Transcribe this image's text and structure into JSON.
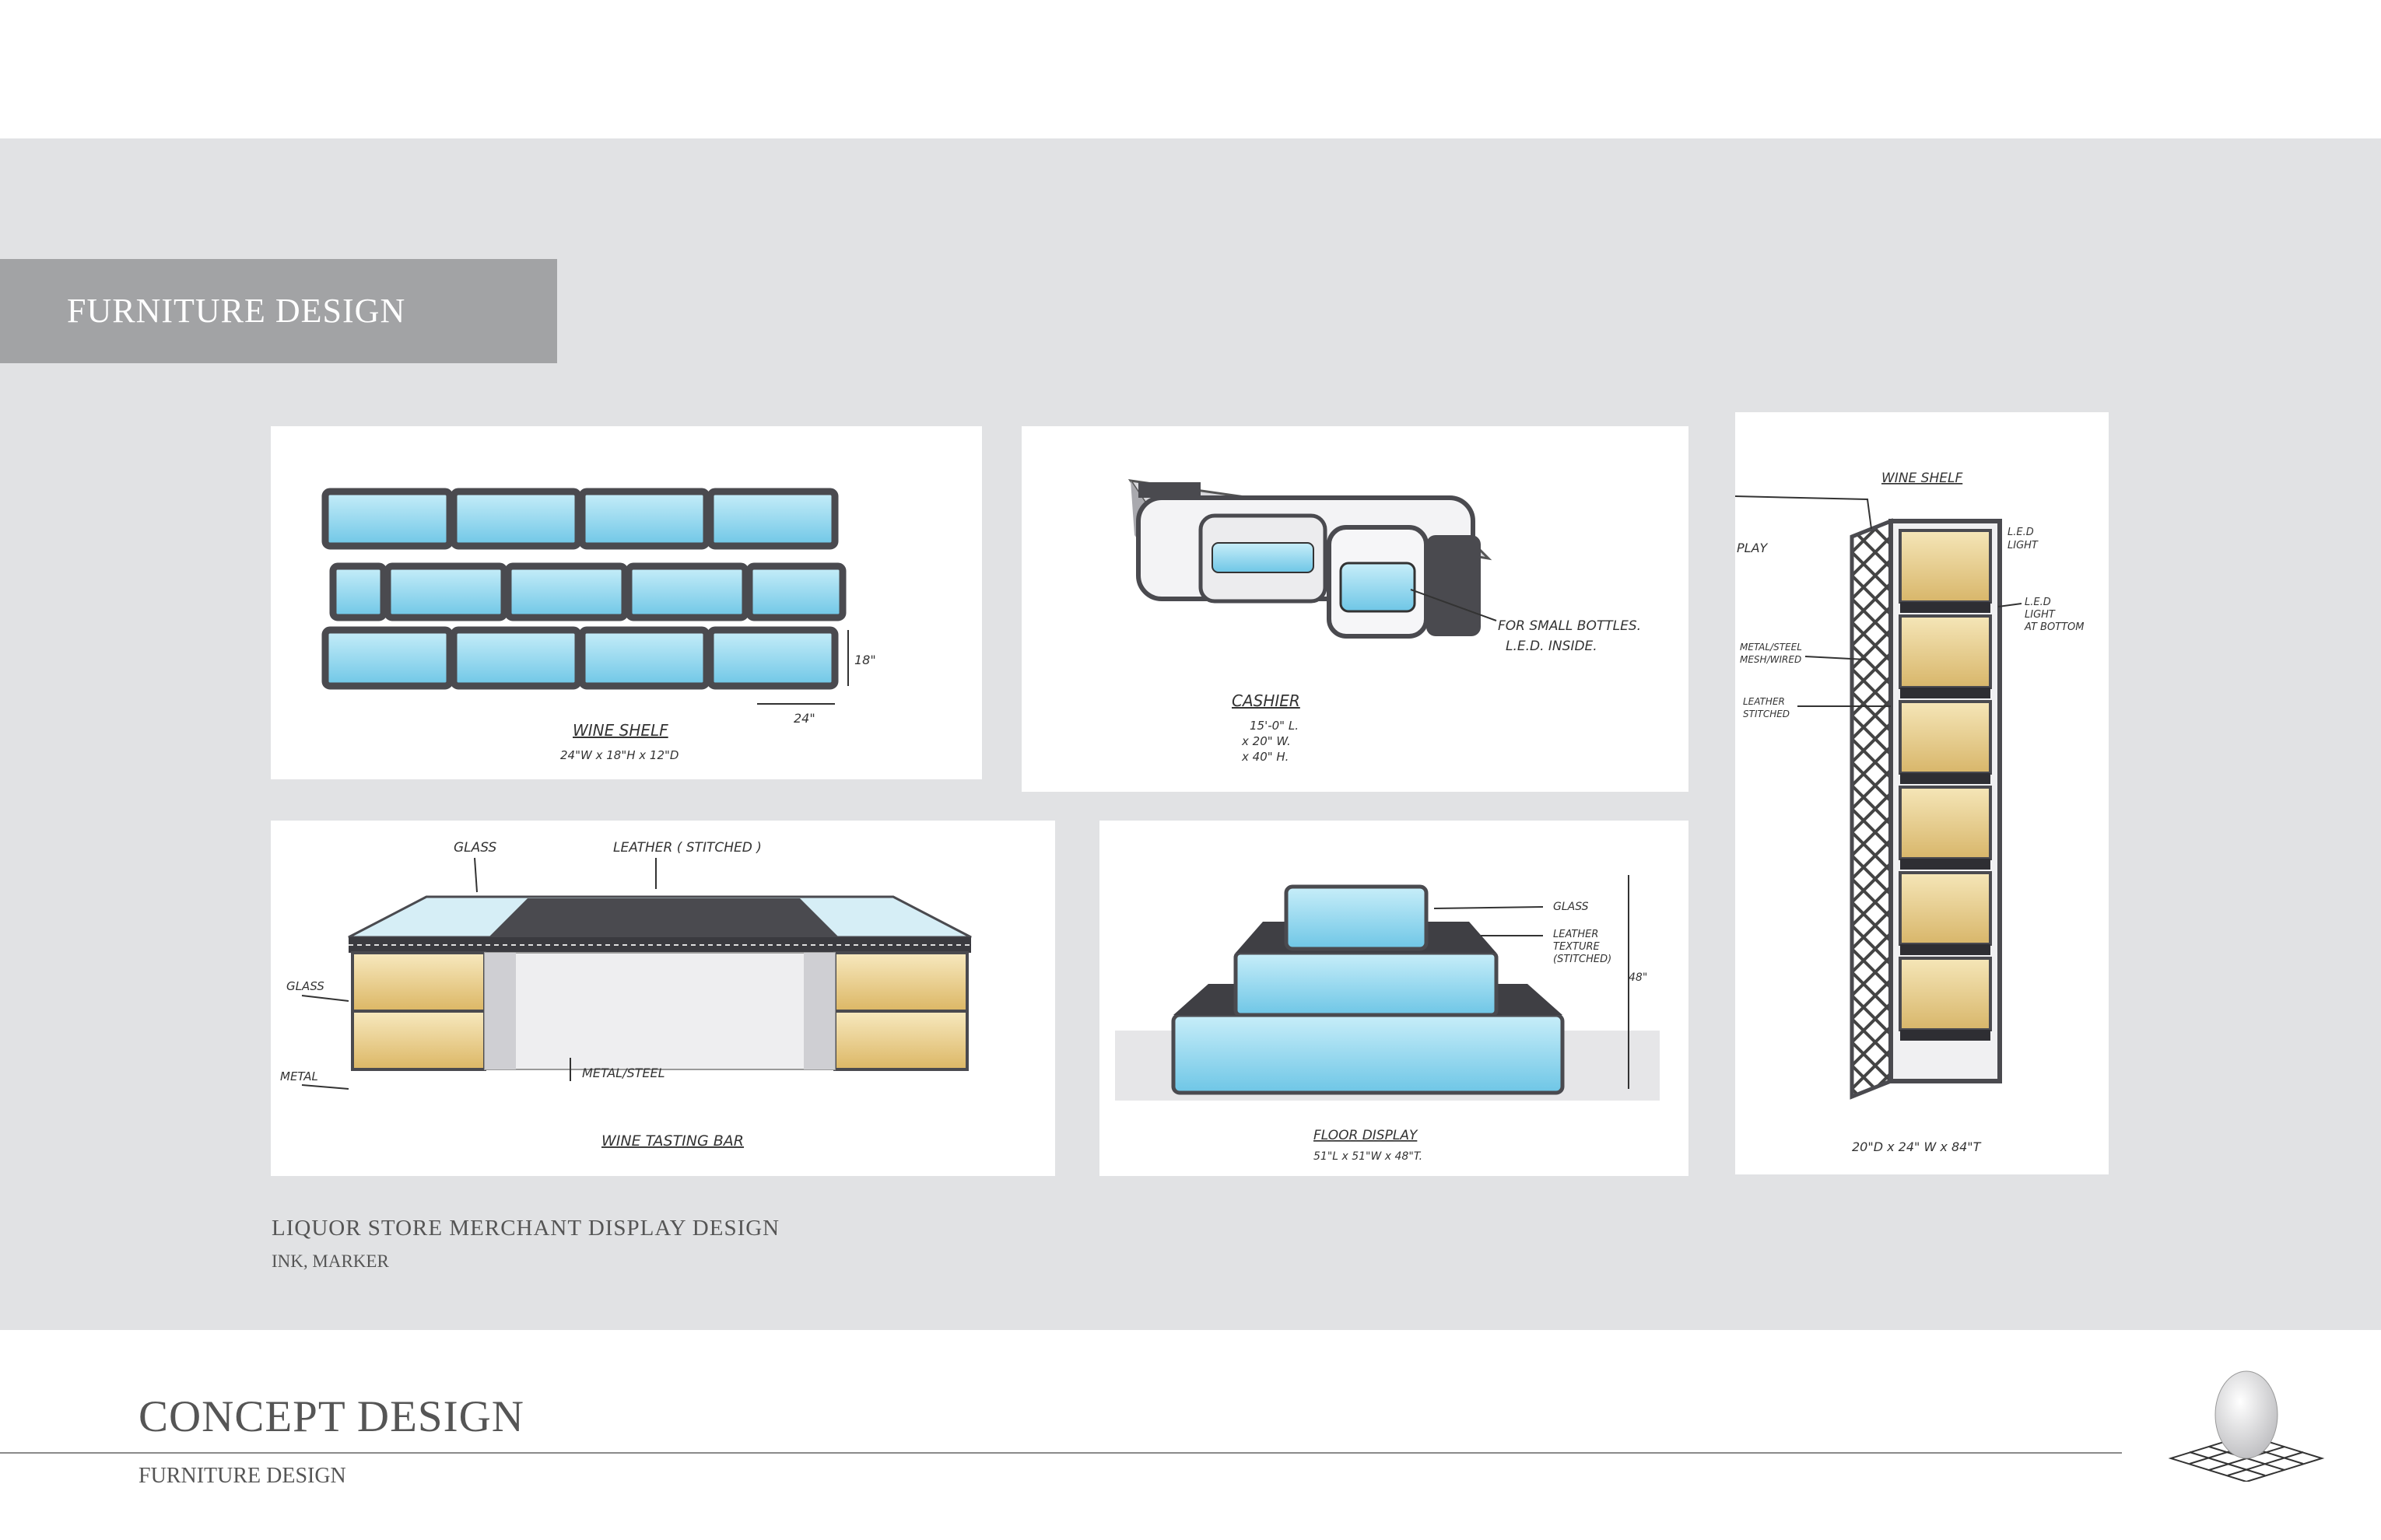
{
  "section_tag": "FURNITURE DESIGN",
  "caption": {
    "title": "LIQUOR STORE MERCHANT DISPLAY DESIGN",
    "medium": "INK, MARKER"
  },
  "footer": {
    "title": "CONCEPT DESIGN",
    "subtitle": "FURNITURE DESIGN"
  },
  "sketches": {
    "wine_shelf": {
      "label": "WINE SHELF",
      "dims": "24\"W x 18\"H x 12\"D",
      "height_note": "18\"",
      "width_note": "24\""
    },
    "cashier": {
      "label": "CASHIER",
      "dims_1": "15'-0\" L.",
      "dims_2": "x 20\" W.",
      "dims_3": "x 40\" H.",
      "note_1": "FOR SMALL BOTTLES.",
      "note_2": "L.E.D. INSIDE."
    },
    "tall_shelf": {
      "label": "WINE SHELF",
      "dims": "20\"D x 24\" W x 84\"T",
      "edge_text": "PLAY",
      "note_led_1": "L.E.D",
      "note_led_2": "LIGHT",
      "note_bottom_1": "L.E.D",
      "note_bottom_2": "LIGHT",
      "note_bottom_3": "AT BOTTOM",
      "note_mesh_1": "METAL/STEEL",
      "note_mesh_2": "MESH/WIRED",
      "note_leather_1": "LEATHER",
      "note_leather_2": "STITCHED"
    },
    "tasting_bar": {
      "label": "WINE TASTING BAR",
      "note_glass_top": "GLASS",
      "note_leather": "LEATHER ( STITCHED )",
      "note_glass_side": "GLASS",
      "note_metal": "METAL",
      "note_metal_steel": "METAL/STEEL"
    },
    "floor_display": {
      "label": "FLOOR DISPLAY",
      "dims": "51\"L x 51\"W x 48\"T.",
      "note_glass": "GLASS",
      "note_leather_1": "LEATHER",
      "note_leather_2": "TEXTURE",
      "note_leather_3": "(STITCHED)",
      "height_note": "48\""
    }
  },
  "colors": {
    "band": "#e1e2e4",
    "tag": "#a2a3a5",
    "glass_blue": "#8fd3ec",
    "bottle_yellow": "#e9cf8f",
    "frame": "#4a4a4f"
  }
}
